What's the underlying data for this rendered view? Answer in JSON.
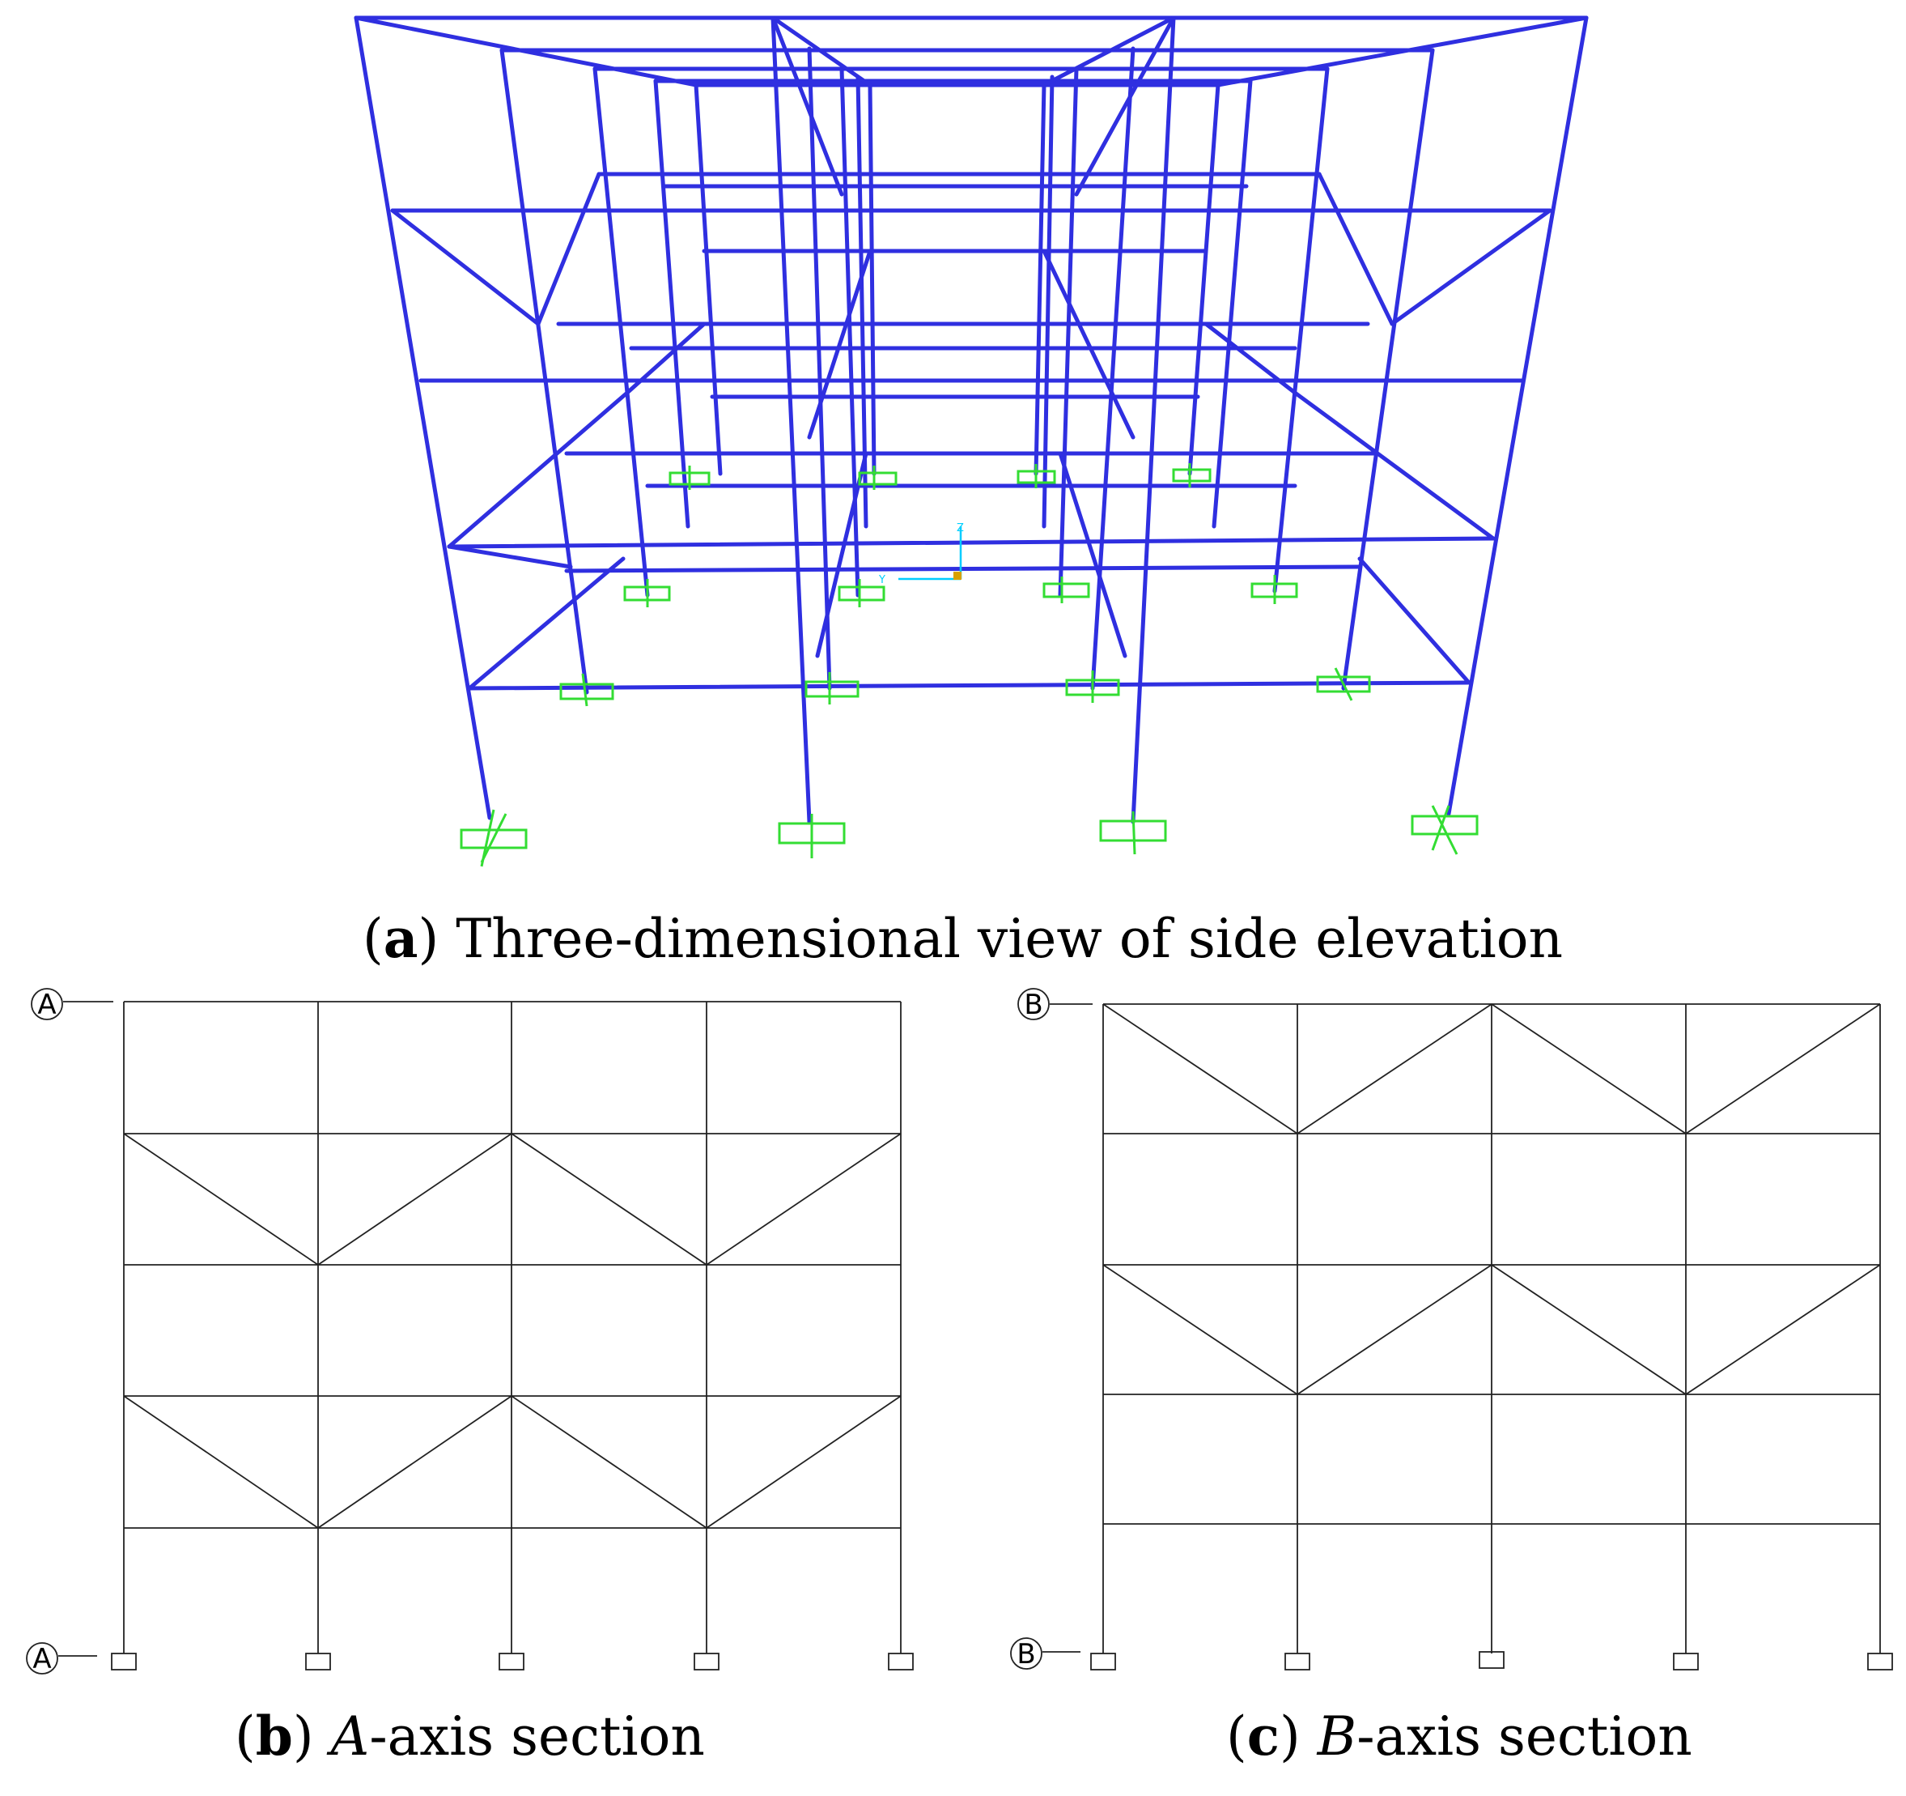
{
  "figure_a": {
    "paren_open": "(",
    "letter": "a",
    "paren_close": ")",
    "text": " Three-dimensional view of side elevation",
    "axis_triad": {
      "z": "Z",
      "y": "Y"
    },
    "colors": {
      "frame": "#2f2fe0",
      "support": "#33dd33",
      "triad": "#00ccff"
    }
  },
  "figure_b": {
    "paren_open": "(",
    "letter": "b",
    "paren_close": ")",
    "axis_name": "A",
    "text": "-axis section",
    "axis_bubble": "A"
  },
  "figure_c": {
    "paren_open": "(",
    "letter": "c",
    "paren_close": ")",
    "axis_name": "B",
    "text": "-axis section",
    "axis_bubble": "B"
  }
}
